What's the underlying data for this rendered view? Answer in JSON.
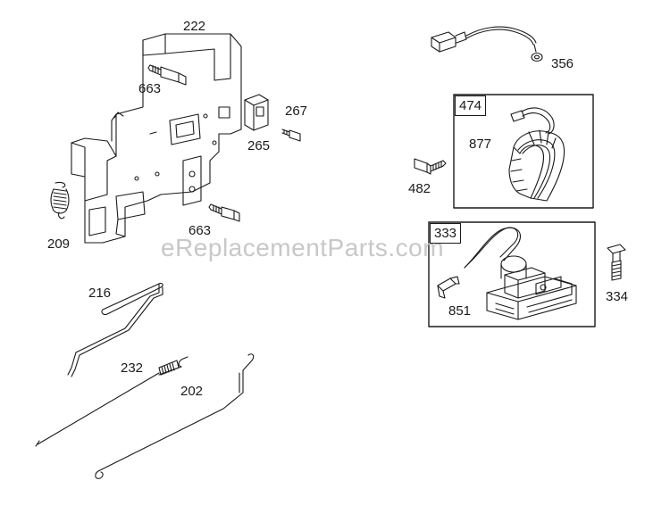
{
  "watermark": "eReplacementParts.com",
  "callouts": {
    "p222": "222",
    "p663a": "663",
    "p267": "267",
    "p265": "265",
    "p663b": "663",
    "p209": "209",
    "p216": "216",
    "p232": "232",
    "p202": "202",
    "p356": "356",
    "p482": "482",
    "p877": "877",
    "p334": "334",
    "p851": "851"
  },
  "boxes": {
    "box474": "474",
    "box333": "333"
  }
}
